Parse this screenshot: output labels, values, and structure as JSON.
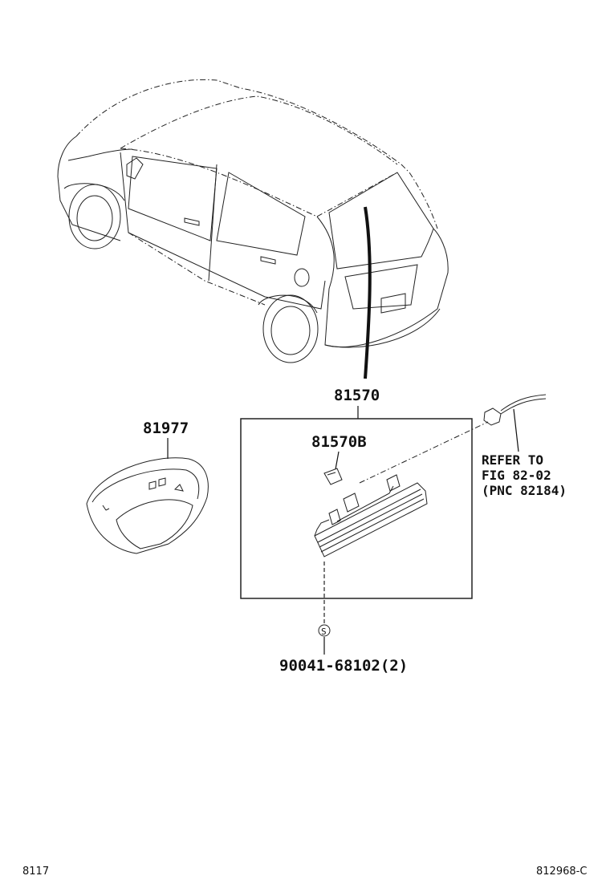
{
  "labels": {
    "assembly": "81570",
    "sub_part": "81570B",
    "cover": "81977",
    "screw": "90041-68102(2)",
    "screw_symbol": "S",
    "refer_line1": "REFER TO",
    "refer_line2": "FIG 82-02",
    "refer_line3": "(PNC 82184)"
  },
  "footer": {
    "left": "8117",
    "right": "812968-C"
  }
}
